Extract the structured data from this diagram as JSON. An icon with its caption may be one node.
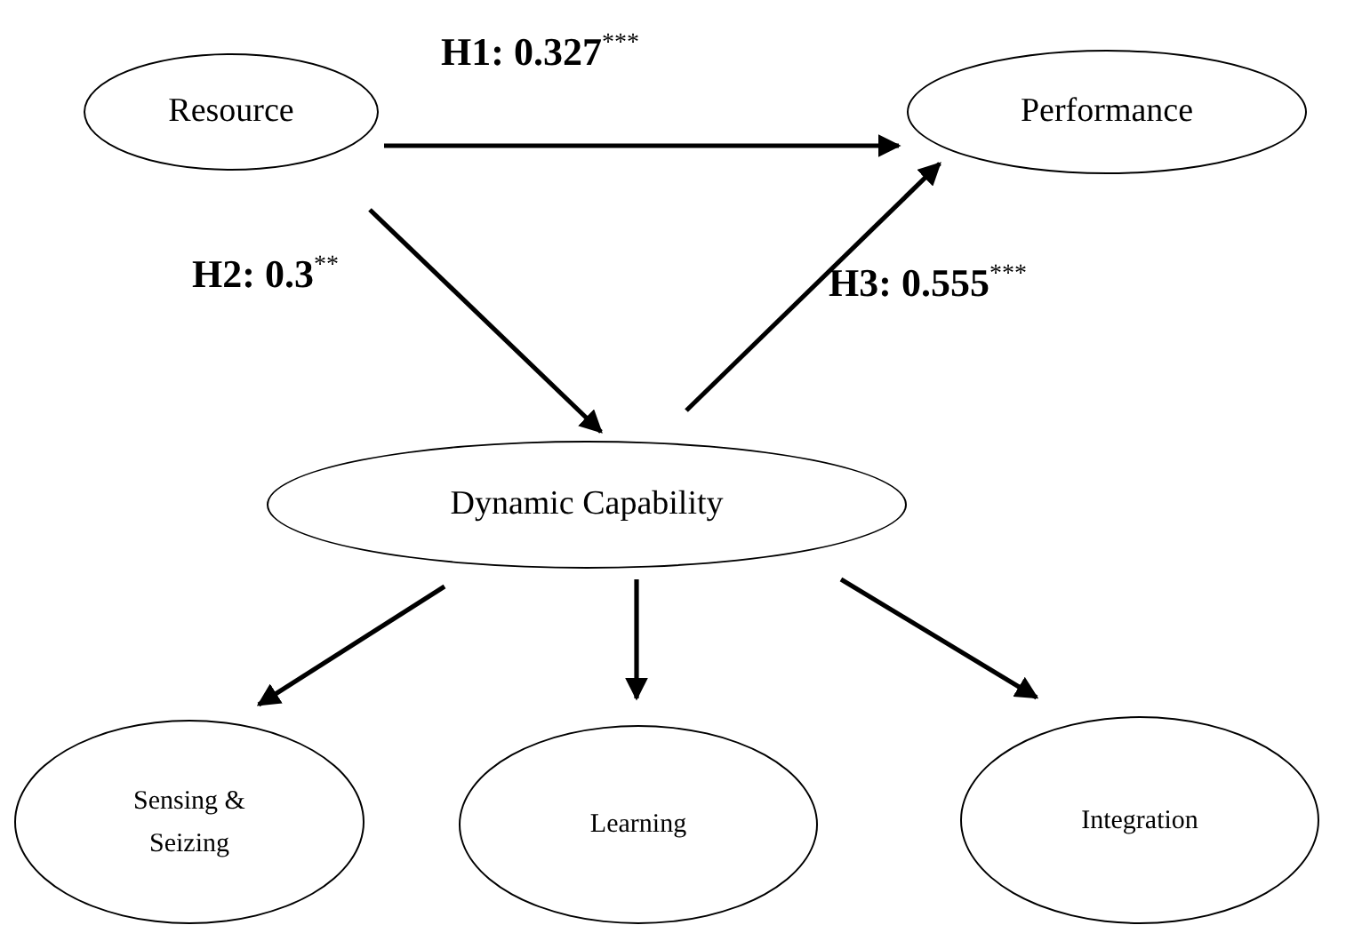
{
  "diagram": {
    "nodes": [
      {
        "text": [
          "Resource"
        ]
      },
      {
        "text": [
          "Performance"
        ]
      },
      {
        "text": [
          "Dynamic Capability"
        ]
      },
      {
        "text": [
          "Sensing & Seizing"
        ]
      },
      {
        "text": [
          "Learning"
        ]
      },
      {
        "text": [
          "Integration"
        ]
      }
    ],
    "edges": [
      {
        "from": 0,
        "to": 1,
        "arrow": "to",
        "label": "H1: 0.327$^{***}$"
      },
      {
        "from": 0,
        "to": 2,
        "arrow": "to",
        "label": "H2: 0.3$^{**}$"
      },
      {
        "from": 2,
        "to": 1,
        "arrow": "to",
        "label": "H3: 0.555$^{***}$"
      },
      {
        "from": 2,
        "to": 3,
        "arrow": "to"
      },
      {
        "from": 2,
        "to": 4,
        "arrow": "to"
      },
      {
        "from": 2,
        "to": 5,
        "arrow": "to"
      }
    ]
  }
}
